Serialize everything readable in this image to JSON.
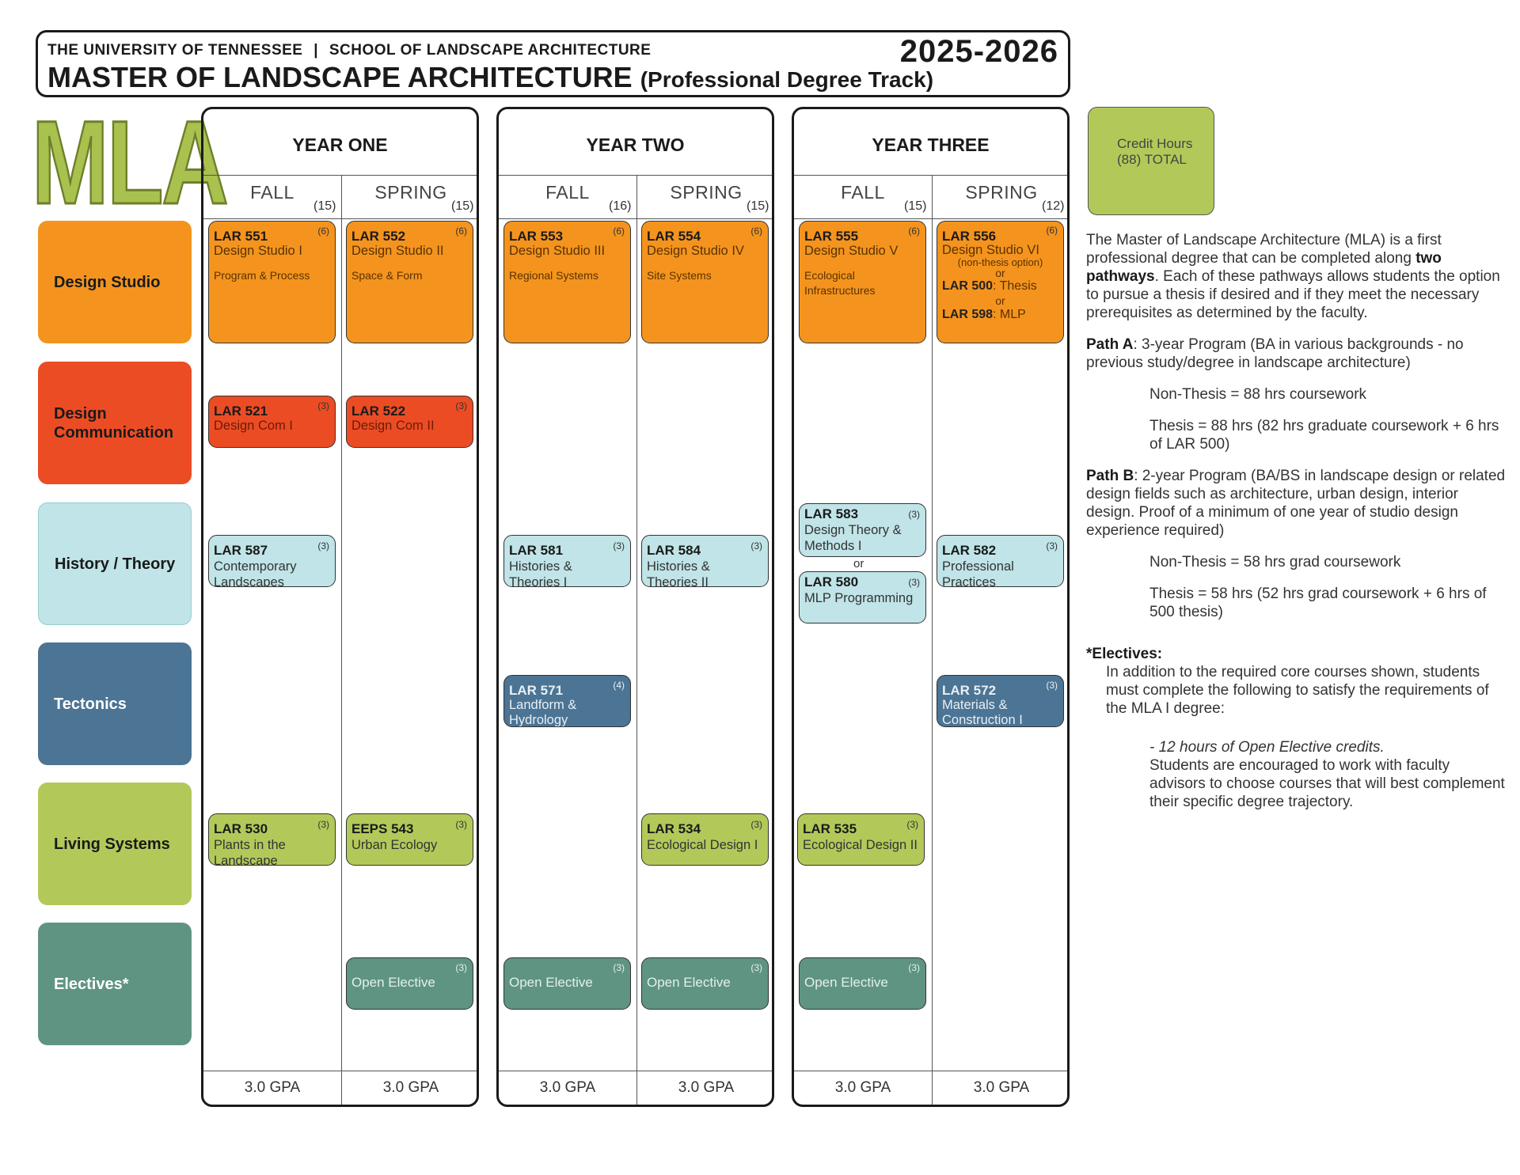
{
  "header": {
    "university": "THE UNIVERSITY OF TENNESSEE",
    "separator": "|",
    "school": "SCHOOL OF LANDSCAPE ARCHITECTURE",
    "year": "2025-2026",
    "program": "MASTER OF LANDSCAPE ARCHITECTURE",
    "track": "(Professional Degree Track)"
  },
  "logo": "MLA",
  "categories": [
    {
      "label": "Design Studio",
      "color": "#f4941e"
    },
    {
      "label": "Design Communication",
      "color": "#ec4c24"
    },
    {
      "label": "History / Theory",
      "color": "#c0e4e7"
    },
    {
      "label": "Tectonics",
      "color": "#4c7494"
    },
    {
      "label": "Living Systems",
      "color": "#b2c95a"
    },
    {
      "label": "Electives*",
      "color": "#5f9482"
    }
  ],
  "years": [
    {
      "title": "YEAR ONE",
      "fall": {
        "name": "FALL",
        "hours": "(15)",
        "gpa": "3.0 GPA"
      },
      "spring": {
        "name": "SPRING",
        "hours": "(15)",
        "gpa": "3.0 GPA"
      }
    },
    {
      "title": "YEAR TWO",
      "fall": {
        "name": "FALL",
        "hours": "(16)",
        "gpa": "3.0 GPA"
      },
      "spring": {
        "name": "SPRING",
        "hours": "(15)",
        "gpa": "3.0 GPA"
      }
    },
    {
      "title": "YEAR THREE",
      "fall": {
        "name": "FALL",
        "hours": "(15)",
        "gpa": "3.0 GPA"
      },
      "spring": {
        "name": "SPRING",
        "hours": "(12)",
        "gpa": "3.0 GPA"
      }
    }
  ],
  "courses": {
    "lar551": {
      "code": "LAR 551",
      "credits": "(6)",
      "name": "Design Studio I",
      "extra": "Program & Process"
    },
    "lar552": {
      "code": "LAR 552",
      "credits": "(6)",
      "name": "Design Studio II",
      "extra": "Space & Form"
    },
    "lar553": {
      "code": "LAR 553",
      "credits": "(6)",
      "name": "Design Studio III",
      "extra": "Regional Systems"
    },
    "lar554": {
      "code": "LAR 554",
      "credits": "(6)",
      "name": "Design Studio IV",
      "extra": "Site Systems"
    },
    "lar555": {
      "code": "LAR 555",
      "credits": "(6)",
      "name": "Design Studio V",
      "extra": "Ecological Infrastructures"
    },
    "lar556": {
      "code": "LAR 556",
      "credits": "(6)",
      "name": "Design Studio VI",
      "note": "(non-thesis option)",
      "or1": "or",
      "code2": "LAR 500",
      "name2": ": Thesis",
      "or2": "or",
      "code3": "LAR 598",
      "name3": ": MLP"
    },
    "lar521": {
      "code": "LAR 521",
      "credits": "(3)",
      "name": "Design Com I"
    },
    "lar522": {
      "code": "LAR 522",
      "credits": "(3)",
      "name": "Design Com II"
    },
    "lar587": {
      "code": "LAR 587",
      "credits": "(3)",
      "name": "Contemporary Landscapes"
    },
    "lar581": {
      "code": "LAR 581",
      "credits": "(3)",
      "name": "Histories & Theories I"
    },
    "lar584": {
      "code": "LAR 584",
      "credits": "(3)",
      "name": "Histories & Theories II"
    },
    "lar583": {
      "code": "LAR 583",
      "credits": "(3)",
      "name": "Design Theory & Methods I"
    },
    "or_mid": "or",
    "lar580": {
      "code": "LAR 580",
      "credits": "(3)",
      "name": "MLP Programming"
    },
    "lar582": {
      "code": "LAR 582",
      "credits": "(3)",
      "name": "Professional Practices"
    },
    "lar571": {
      "code": "LAR 571",
      "credits": "(4)",
      "name": "Landform & Hydrology"
    },
    "lar572": {
      "code": "LAR 572",
      "credits": "(3)",
      "name": "Materials & Construction I"
    },
    "lar530": {
      "code": "LAR 530",
      "credits": "(3)",
      "name": "Plants in the Landscape"
    },
    "eeps543": {
      "code": "EEPS 543",
      "credits": "(3)",
      "name": "Urban Ecology"
    },
    "lar534": {
      "code": "LAR 534",
      "credits": "(3)",
      "name": "Ecological Design I"
    },
    "lar535": {
      "code": "LAR 535",
      "credits": "(3)",
      "name": "Ecological Design II"
    },
    "elective": {
      "credits": "(3)",
      "name": "Open Elective"
    }
  },
  "credit_box": {
    "line1": "Credit Hours",
    "line2": "(88) TOTAL"
  },
  "description": {
    "intro_a": "The Master of Landscape Architecture (MLA) is a first professional degree that can be completed along ",
    "intro_b": "two pathways",
    "intro_c": ". Each of these pathways allows students the option to pursue a thesis if desired and if they meet the necessary prerequisites as determined by the faculty.",
    "path_a_label": "Path A",
    "path_a_text": ": 3-year Program (BA in various backgrounds - no previous study/degree in landscape architecture)",
    "path_a_nonthesis": "Non-Thesis = 88 hrs coursework",
    "path_a_thesis": "Thesis = 88 hrs (82 hrs graduate coursework + 6 hrs of LAR 500)",
    "path_b_label": "Path B",
    "path_b_text": ": 2-year Program (BA/BS in landscape design or related design fields such as architecture, urban design, interior design. Proof of a minimum of one year of studio design experience required)",
    "path_b_nonthesis": "Non-Thesis = 58 hrs grad coursework",
    "path_b_thesis": "Thesis = 58 hrs (52 hrs grad coursework + 6 hrs of 500 thesis)",
    "electives_label": "*Electives:",
    "electives_text": "In addition to the required core courses shown, students must complete the following to satisfy the requirements of the MLA I degree:",
    "electives_item_a": "- 12 hours of Open Elective credits.",
    "electives_item_b": "Students are encouraged to work with faculty advisors to choose courses that will best complement their specific degree trajectory."
  }
}
